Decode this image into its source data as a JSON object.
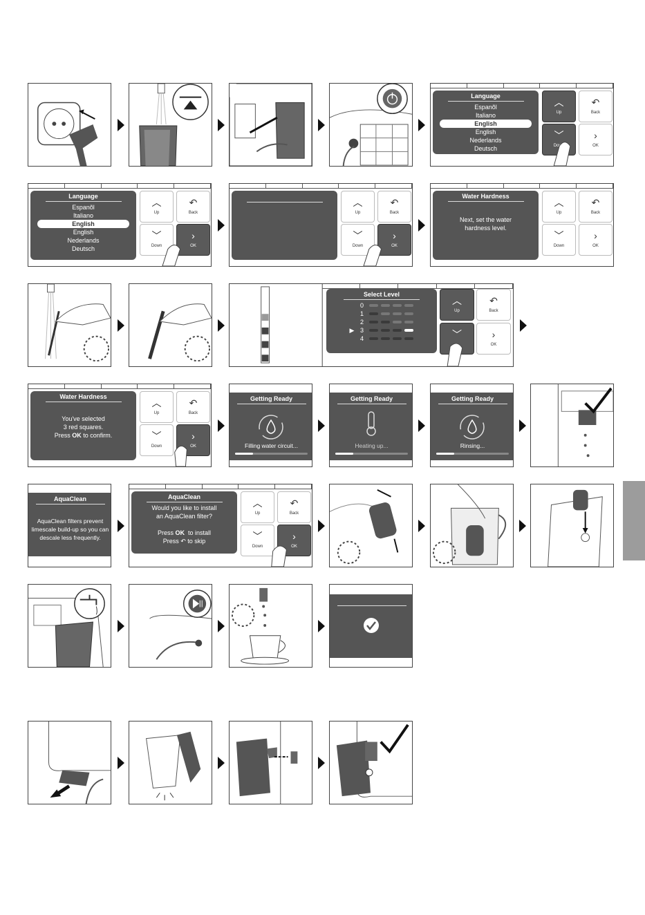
{
  "language_menu": {
    "title": "Language",
    "items": [
      "Espanõl",
      "Italiano",
      "English",
      "English",
      "Nederlands",
      "Deutsch"
    ],
    "selected_index": 2
  },
  "buttons": {
    "up": "Up",
    "back": "Back",
    "down": "Down",
    "ok": "OK"
  },
  "water_hardness_intro": {
    "title": "Water Hardness",
    "message": "Next, set the water hardness level."
  },
  "select_level": {
    "title": "Select Level",
    "levels": [
      "0",
      "1",
      "2",
      "3",
      "4"
    ],
    "selected_index": 3
  },
  "water_hardness_confirm": {
    "title": "Water Hardness",
    "line1": "You've selected",
    "line2": "3 red squares.",
    "line3_pre": "Press",
    "line3_key": "OK",
    "line3_post": "to confirm."
  },
  "getting_ready": [
    {
      "title": "Getting Ready",
      "status": "Filling water circuit...",
      "progress": 0.25,
      "icon": "water-drop-refresh-icon"
    },
    {
      "title": "Getting Ready",
      "status": "Heating up...",
      "progress": 0.25,
      "icon": "thermometer-icon"
    },
    {
      "title": "Getting Ready",
      "status": "Rinsing...",
      "progress": 0.25,
      "icon": "water-drop-refresh-icon"
    }
  ],
  "aquaclean_info": {
    "title": "AquaClean",
    "message": "AquaClean filters prevent limescale build-up so you can descale less frequently."
  },
  "aquaclean_prompt": {
    "title": "AquaClean",
    "line1": "Would you like to install",
    "line2": "an AquaClean filter?",
    "install_pre": "Press",
    "install_key": "OK",
    "install_post": "to install",
    "skip_pre": "Press",
    "skip_post": "to skip"
  },
  "colors": {
    "screen": "#555555",
    "panel_border": "#444444",
    "side_tab": "#9c9c9c"
  }
}
